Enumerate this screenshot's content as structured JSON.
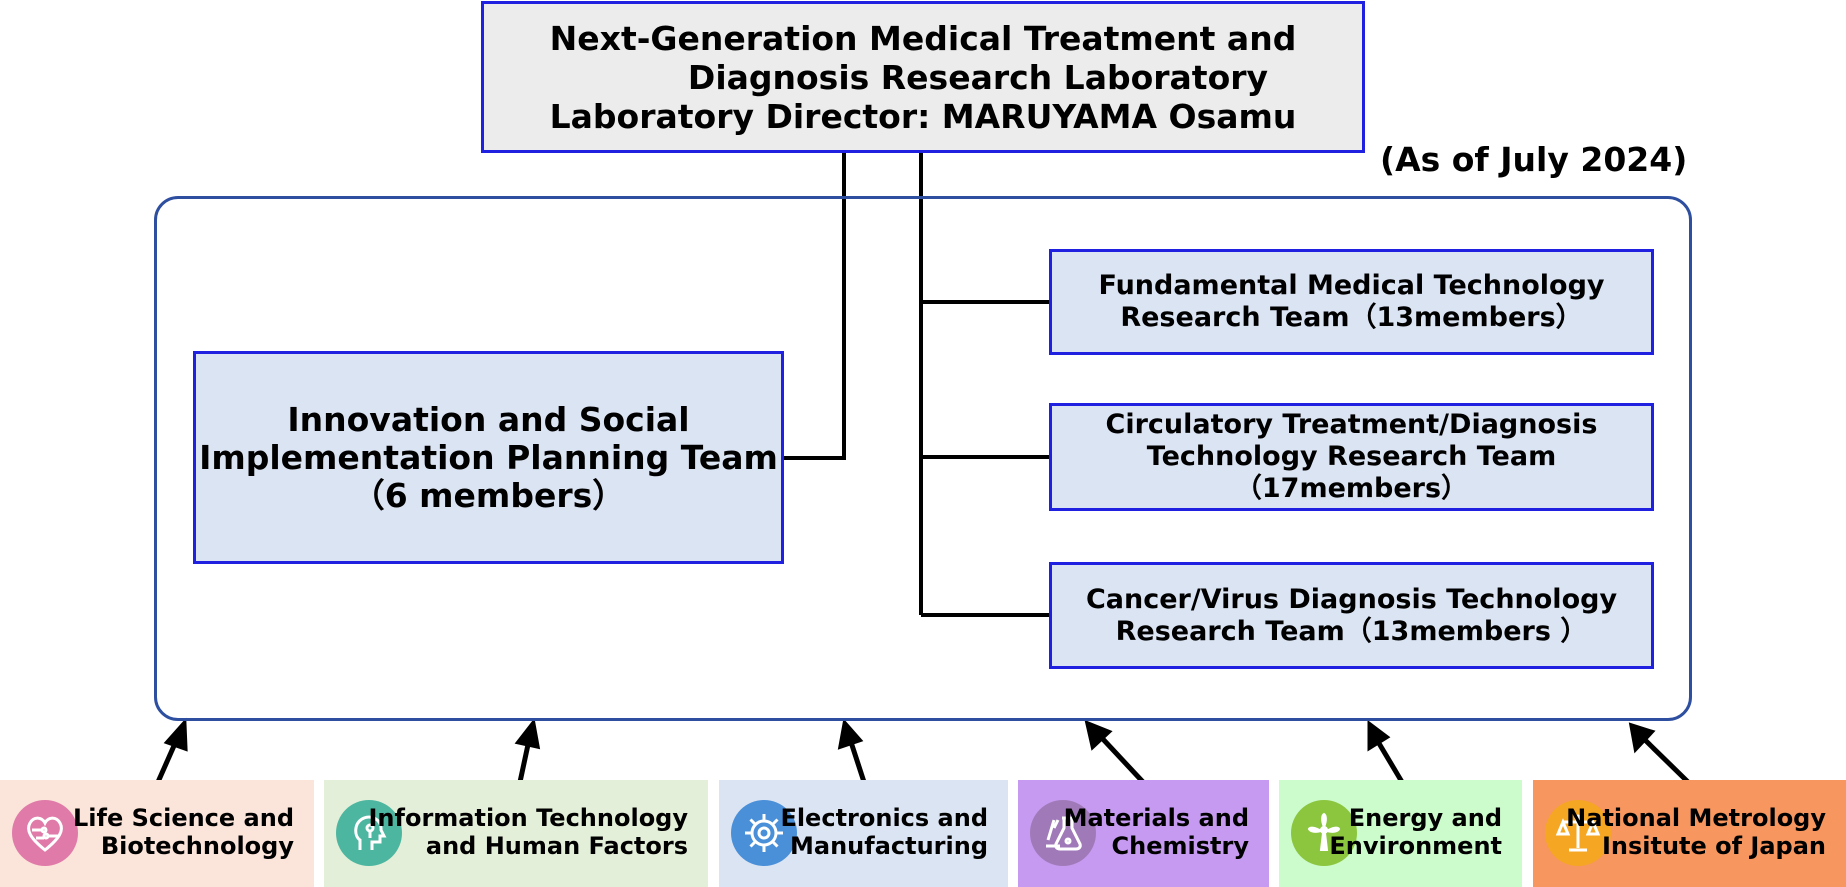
{
  "lab": {
    "title_line1": "Next-Generation Medical Treatment and",
    "title_line2": "Diagnosis Research Laboratory",
    "director": "Laboratory Director: MARUYAMA Osamu"
  },
  "as_of": "(As of July 2024)",
  "teams": [
    {
      "lines": [
        "Innovation and Social",
        "Implementation Planning Team",
        "（6 members）"
      ]
    },
    {
      "lines": [
        "Fundamental Medical Technology",
        "Research Team（13members）"
      ]
    },
    {
      "lines": [
        "Circulatory Treatment/Diagnosis",
        "Technology Research Team",
        "（17members）"
      ]
    },
    {
      "lines": [
        "Cancer/Virus Diagnosis Technology",
        "Research Team（13members ）"
      ]
    }
  ],
  "departments": [
    {
      "lines": [
        "Life Science and",
        "Biotechnology"
      ],
      "icon": "heart-icon",
      "color": "#fbe4d9",
      "icon_color": "#e07aa8"
    },
    {
      "lines": [
        "Information Technology",
        "and Human Factors"
      ],
      "icon": "person-circuit-icon",
      "color": "#e3efd8",
      "icon_color": "#4db6a0"
    },
    {
      "lines": [
        "Electronics and",
        "Manufacturing"
      ],
      "icon": "gear-icon",
      "color": "#dbe4f3",
      "icon_color": "#4a90d9"
    },
    {
      "lines": [
        "Materials and",
        "Chemistry"
      ],
      "icon": "flask-icon",
      "color": "#c59af0",
      "icon_color": "#a07ab8"
    },
    {
      "lines": [
        "Energy and",
        "Environment"
      ],
      "icon": "wind-turbine-icon",
      "color": "#ccfbcc",
      "icon_color": "#8cc63f"
    },
    {
      "lines": [
        "National Metrology",
        "Insitute of Japan"
      ],
      "icon": "scale-icon",
      "color": "#f7965e",
      "icon_color": "#f5a623"
    }
  ]
}
